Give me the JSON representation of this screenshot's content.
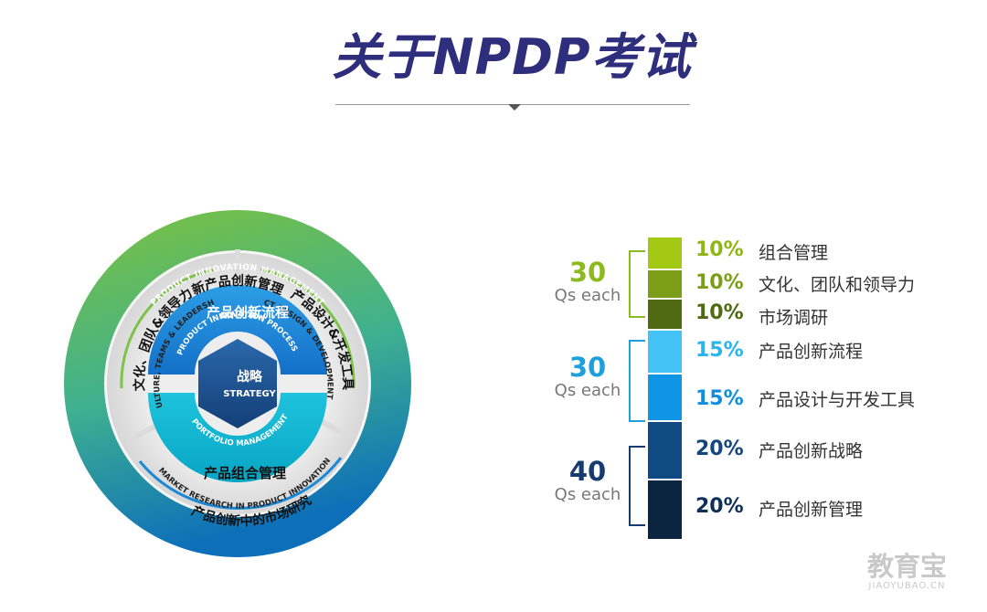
{
  "title": "关于NPDP考试",
  "wheel": {
    "outer_en": "PRODUCT INNOVATION MANAGEMENT",
    "outer_cn": "新产品创新管理",
    "left_en": "CULTURE, TEAMS & LEADERSHIP",
    "left_cn": "文化、团队&领导力",
    "right_en": "PRODUCT DESIGN & DEVELOPMENT TOOLS",
    "right_cn": "产品设计&开发工具",
    "bottom_en": "MARKET RESEARCH IN PRODUCT INNOVATION",
    "bottom_cn": "产品创新中的市场研究",
    "process_cn": "产品创新流程",
    "process_en": "PRODUCT INNOVATION PROCESS",
    "portfolio_en": "PORTFOLIO MANAGEMENT",
    "portfolio_cn": "产品组合管理",
    "strategy_cn": "战略",
    "strategy_en": "STRATEGY"
  },
  "groups": [
    {
      "count": "30",
      "label": "Qs each",
      "color": "#8dbb1f"
    },
    {
      "count": "30",
      "label": "Qs each",
      "color": "#1ea0dc"
    },
    {
      "count": "40",
      "label": "Qs each",
      "color": "#163b6e"
    }
  ],
  "items": [
    {
      "pct": "10%",
      "name": "组合管理",
      "color": "#a3c915",
      "text_color": "#8fb516"
    },
    {
      "pct": "10%",
      "name": "文化、团队和领导力",
      "color": "#7c9d17",
      "text_color": "#7c9d17"
    },
    {
      "pct": "10%",
      "name": "市场调研",
      "color": "#4f6a12",
      "text_color": "#4f6a12"
    },
    {
      "pct": "15%",
      "name": "产品创新流程",
      "color": "#43c2f5",
      "text_color": "#2ab4ee"
    },
    {
      "pct": "15%",
      "name": "产品设计与开发工具",
      "color": "#0f95e6",
      "text_color": "#0f8ee0"
    },
    {
      "pct": "20%",
      "name": "产品创新战略",
      "color": "#0f4a83",
      "text_color": "#14457c"
    },
    {
      "pct": "20%",
      "name": "产品创新管理",
      "color": "#0b2440",
      "text_color": "#0e2f57"
    }
  ],
  "watermark": {
    "main": "教育宝",
    "sub": "JIAOYUBAO.CN"
  }
}
